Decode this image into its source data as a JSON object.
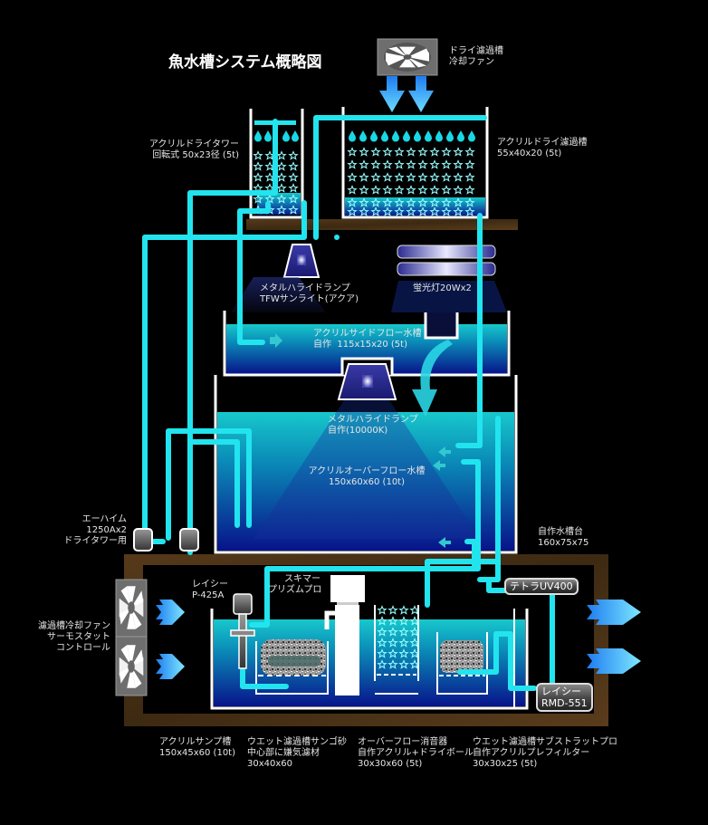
{
  "title": "魚水槽システム概略図",
  "colors": {
    "background": "#000000",
    "pipe": "#22e4ee",
    "water_top": "#14b8c8",
    "water_bottom": "#0a1a8c",
    "tank_wall": "#ffffff",
    "wood": "#4a3418",
    "arrow_air": "#3ab0ff"
  },
  "labels": {
    "dry_fan": "ドライ濾過槽\n冷却ファン",
    "dry_tower": "アクリルドライタワー\n回転式 50x23径 (5t)",
    "dry_filter": "アクリルドライ濾過槽\n55x40x20 (5t)",
    "metal_halide_top": "メタルハライドランプ\nTFWサンライト(アクア)",
    "fluorescent": "蛍光灯20Wx2",
    "side_flow": "アクリルサイドフロー水槽\n自作  115x15x20 (5t)",
    "metal_halide_main": "メタルハライドランプ\n自作(10000K)",
    "main_tank": "アクリルオーバーフロー水槽\n150x60x60 (10t)",
    "eheim": "エーハイム\n1250Ax2\nドライタワー用",
    "stand": "自作水槽台\n160x75x75",
    "sump_fan": "濾過槽冷却ファン\nサーモスタット\nコントロール",
    "pump_p425": "レイシー\nP-425A",
    "skimmer": "スキマー\nプリズムプロ",
    "uv": "テトラUV400",
    "pump_rmd": "レイシー\nRMD-551",
    "sump": "アクリルサンプ槽\n150x45x60 (10t)",
    "wet_coral": "ウエット濾過槽サンゴ砂\n中心部に嫌気濾材\n30x40x60",
    "overflow_silencer": "オーバーフロー消音器\n自作アクリル+ドライボール\n30x30x60 (5t)",
    "wet_substrate": "ウエット濾過槽サブストラットプロ\n自作アクリルプレフィルター\n30x30x25 (5t)"
  }
}
